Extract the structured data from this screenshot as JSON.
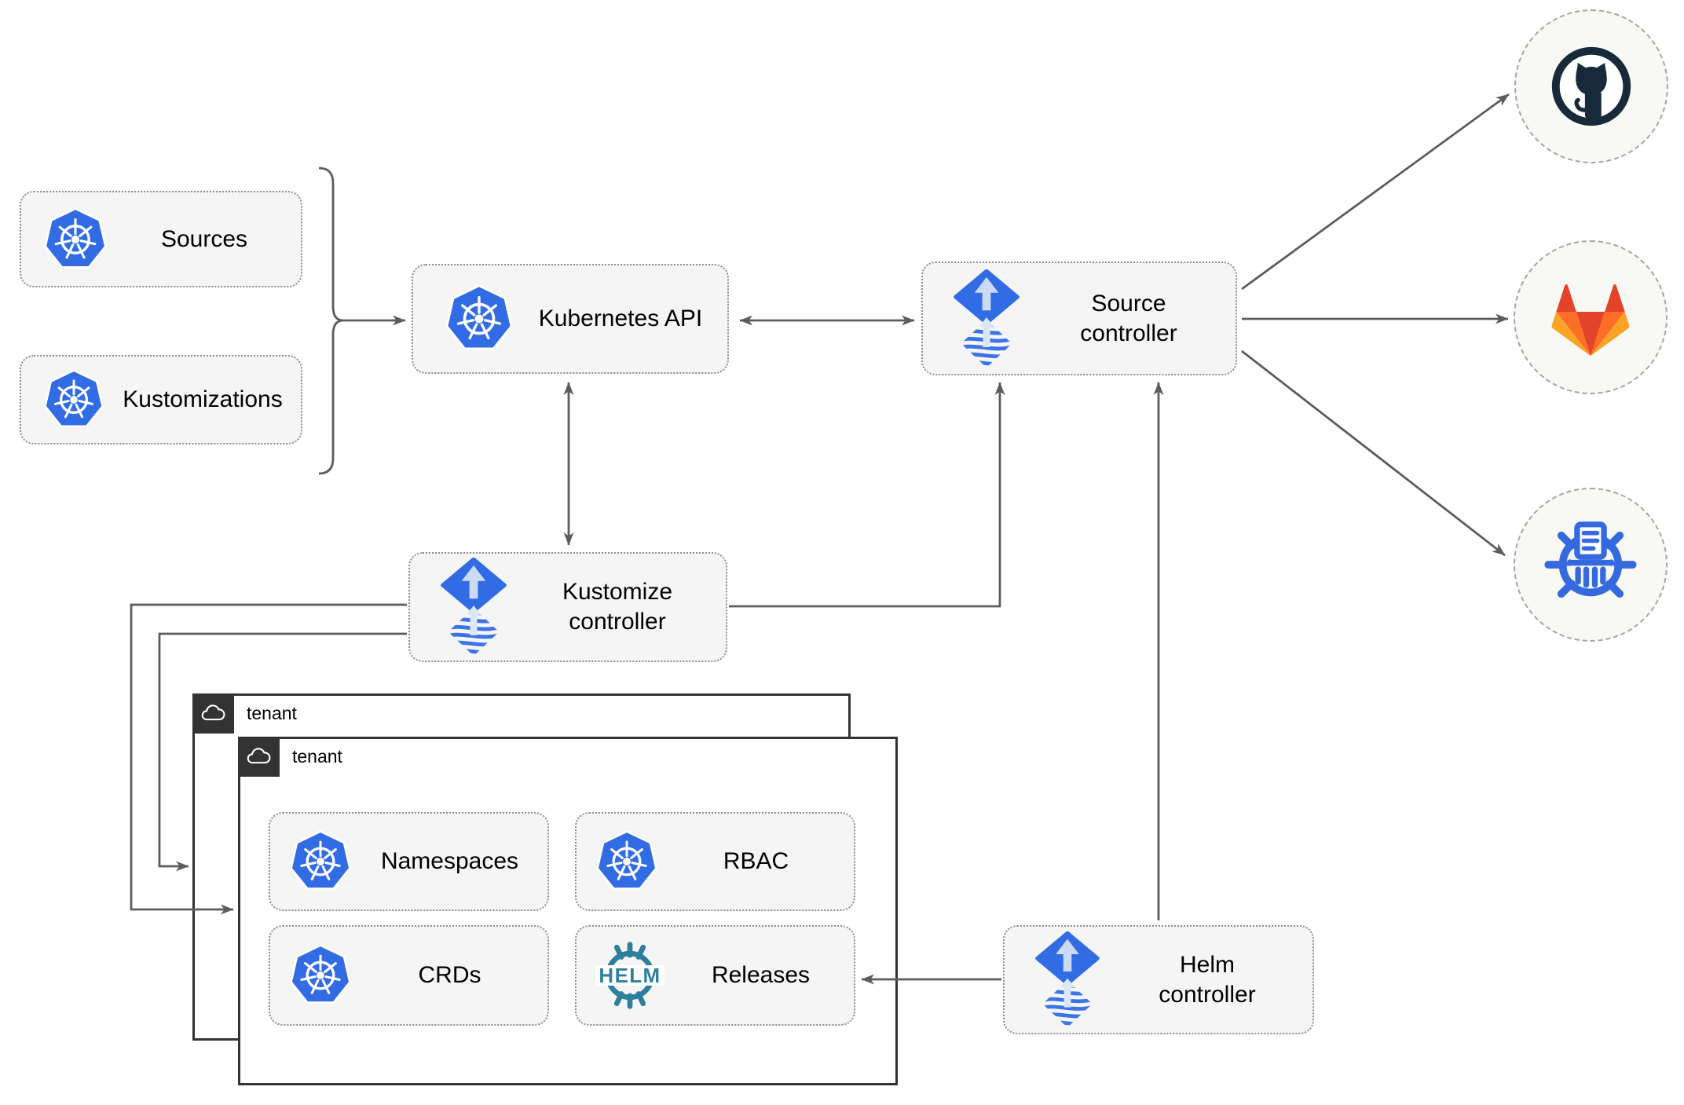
{
  "nodes": {
    "sources": {
      "label": "Sources",
      "icon": "kubernetes-icon"
    },
    "kustomizations": {
      "label": "Kustomizations",
      "icon": "kubernetes-icon"
    },
    "kubernetes_api": {
      "label": "Kubernetes API",
      "icon": "kubernetes-icon"
    },
    "source_controller": {
      "label_line1": "Source",
      "label_line2": "controller",
      "icon": "flux-icon"
    },
    "kustomize_controller": {
      "label_line1": "Kustomize",
      "label_line2": "controller",
      "icon": "flux-icon"
    },
    "helm_controller": {
      "label_line1": "Helm",
      "label_line2": "controller",
      "icon": "flux-icon"
    },
    "tenant_back": {
      "label": "tenant",
      "icon": "cloud-icon"
    },
    "tenant_front": {
      "label": "tenant",
      "icon": "cloud-icon"
    },
    "namespaces": {
      "label": "Namespaces",
      "icon": "kubernetes-icon"
    },
    "rbac": {
      "label": "RBAC",
      "icon": "kubernetes-icon"
    },
    "crds": {
      "label": "CRDs",
      "icon": "kubernetes-icon"
    },
    "releases": {
      "label": "Releases",
      "badge": "HELM",
      "icon": "helm-wheel-icon"
    }
  },
  "endpoints": [
    {
      "id": "github",
      "icon": "github-octocat-icon"
    },
    {
      "id": "gitlab",
      "icon": "gitlab-tanuki-icon"
    },
    {
      "id": "chartmuseum",
      "icon": "chartmuseum-helm-repository-icon"
    }
  ],
  "connections": [
    {
      "from": "sources-and-kustomizations",
      "to": "kubernetes-api",
      "type": "arrow"
    },
    {
      "from": "kubernetes-api",
      "to": "source-controller",
      "type": "bidirectional-arrow"
    },
    {
      "from": "kubernetes-api",
      "to": "kustomize-controller",
      "type": "bidirectional-arrow"
    },
    {
      "from": "kustomize-controller",
      "to": "source-controller",
      "type": "arrow"
    },
    {
      "from": "helm-controller",
      "to": "source-controller",
      "type": "arrow"
    },
    {
      "from": "helm-controller",
      "to": "releases",
      "type": "arrow"
    },
    {
      "from": "kustomize-controller",
      "to": "tenant-front",
      "type": "arrow"
    },
    {
      "from": "kustomize-controller",
      "to": "tenant-back",
      "type": "arrow"
    },
    {
      "from": "source-controller",
      "to": "github",
      "type": "arrow"
    },
    {
      "from": "source-controller",
      "to": "gitlab",
      "type": "arrow"
    },
    {
      "from": "source-controller",
      "to": "chartmuseum",
      "type": "arrow"
    }
  ],
  "colors": {
    "kubernetes_blue": "#326ce5",
    "flux_blue": "#316ce4",
    "flux_light_arrow": "#ccdaf5",
    "helm_teal": "#2e7f9e",
    "chartmuseum_blue": "#3569e0",
    "github_dark": "#18293a",
    "gitlab_red": "#e24329",
    "gitlab_orange": "#fc6d26",
    "gitlab_yellow": "#fca326",
    "connector_gray": "#5c5c5c",
    "node_fill": "#f5f5f5",
    "tenant_border": "#333333"
  }
}
